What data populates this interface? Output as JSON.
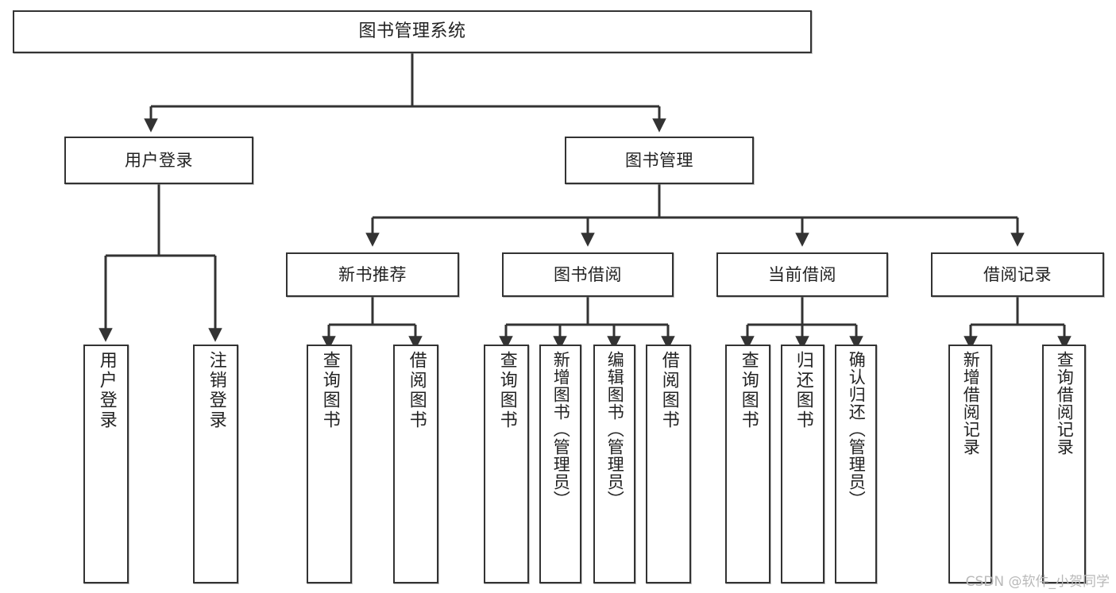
{
  "diagram": {
    "title": "图书管理系统",
    "type": "hierarchy-tree",
    "background_color": "#ffffff",
    "line_color": "#333333",
    "box_fill": "#ffffff",
    "watermark": "CSDN @软件_小贺同学",
    "nodes": {
      "root": {
        "label": "图书管理系统"
      },
      "level1": [
        {
          "label": "用户登录"
        },
        {
          "label": "图书管理"
        }
      ],
      "level2": [
        {
          "label": "新书推荐"
        },
        {
          "label": "图书借阅"
        },
        {
          "label": "当前借阅"
        },
        {
          "label": "借阅记录"
        }
      ],
      "leaves": {
        "user_login": [
          {
            "label": "用户登录"
          },
          {
            "label": "注销登录"
          }
        ],
        "new_book_recommend": [
          {
            "label": "查询图书"
          },
          {
            "label": "借阅图书"
          }
        ],
        "book_borrow": [
          {
            "label": "查询图书"
          },
          {
            "label": "新增图书（管理员）"
          },
          {
            "label": "编辑图书（管理员）"
          },
          {
            "label": "借阅图书"
          }
        ],
        "current_borrow": [
          {
            "label": "查询图书"
          },
          {
            "label": "归还图书"
          },
          {
            "label": "确认归还（管理员）"
          }
        ],
        "borrow_record": [
          {
            "label": "新增借阅记录"
          },
          {
            "label": "查询借阅记录"
          }
        ]
      }
    }
  }
}
